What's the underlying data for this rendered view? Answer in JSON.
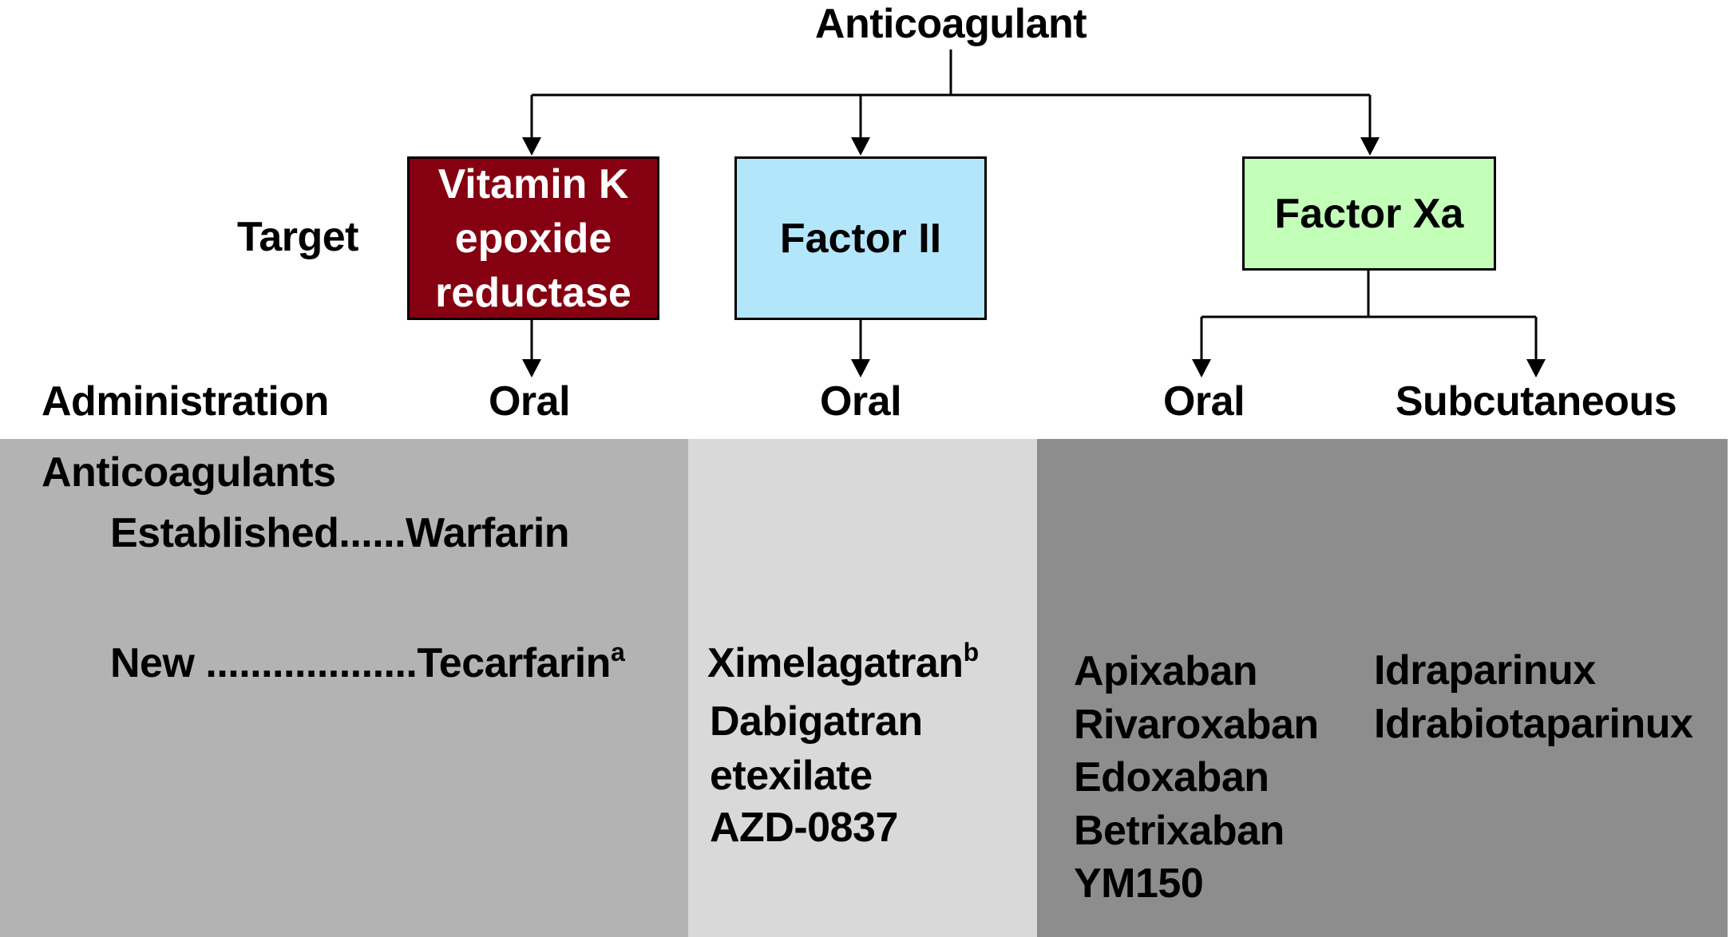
{
  "root": "Anticoagulant",
  "row_labels": {
    "target": "Target",
    "administration": "Administration"
  },
  "targets": [
    {
      "label": "Vitamin K epoxide reductase",
      "lines": [
        "Vitamin K",
        "epoxide",
        "reductase"
      ],
      "color": "#850010"
    },
    {
      "label": "Factor II",
      "color": "#b4e6fb"
    },
    {
      "label": "Factor Xa",
      "color": "#c3ffb9"
    }
  ],
  "administration": [
    "Oral",
    "Oral",
    "Oral",
    "Subcutaneous"
  ],
  "panels": {
    "vka": {
      "heading": "Anticoagulants",
      "established": "Established......Warfarin",
      "new": "New ...................Tecarfarin",
      "new_sup": "a",
      "color": "#b3b3b3"
    },
    "factor_ii": {
      "drugs": [
        "Ximelagatran",
        "Dabigatran",
        "etexilate",
        "AZD-0837"
      ],
      "first_sup": "b",
      "color": "#d9d9d9"
    },
    "factor_xa": {
      "oral": [
        "Apixaban",
        "Rivaroxaban",
        "Edoxaban",
        "Betrixaban",
        "YM150"
      ],
      "subcutaneous": [
        "Idraparinux",
        "Idrabiotaparinux"
      ],
      "color": "#8d8d8d"
    }
  }
}
